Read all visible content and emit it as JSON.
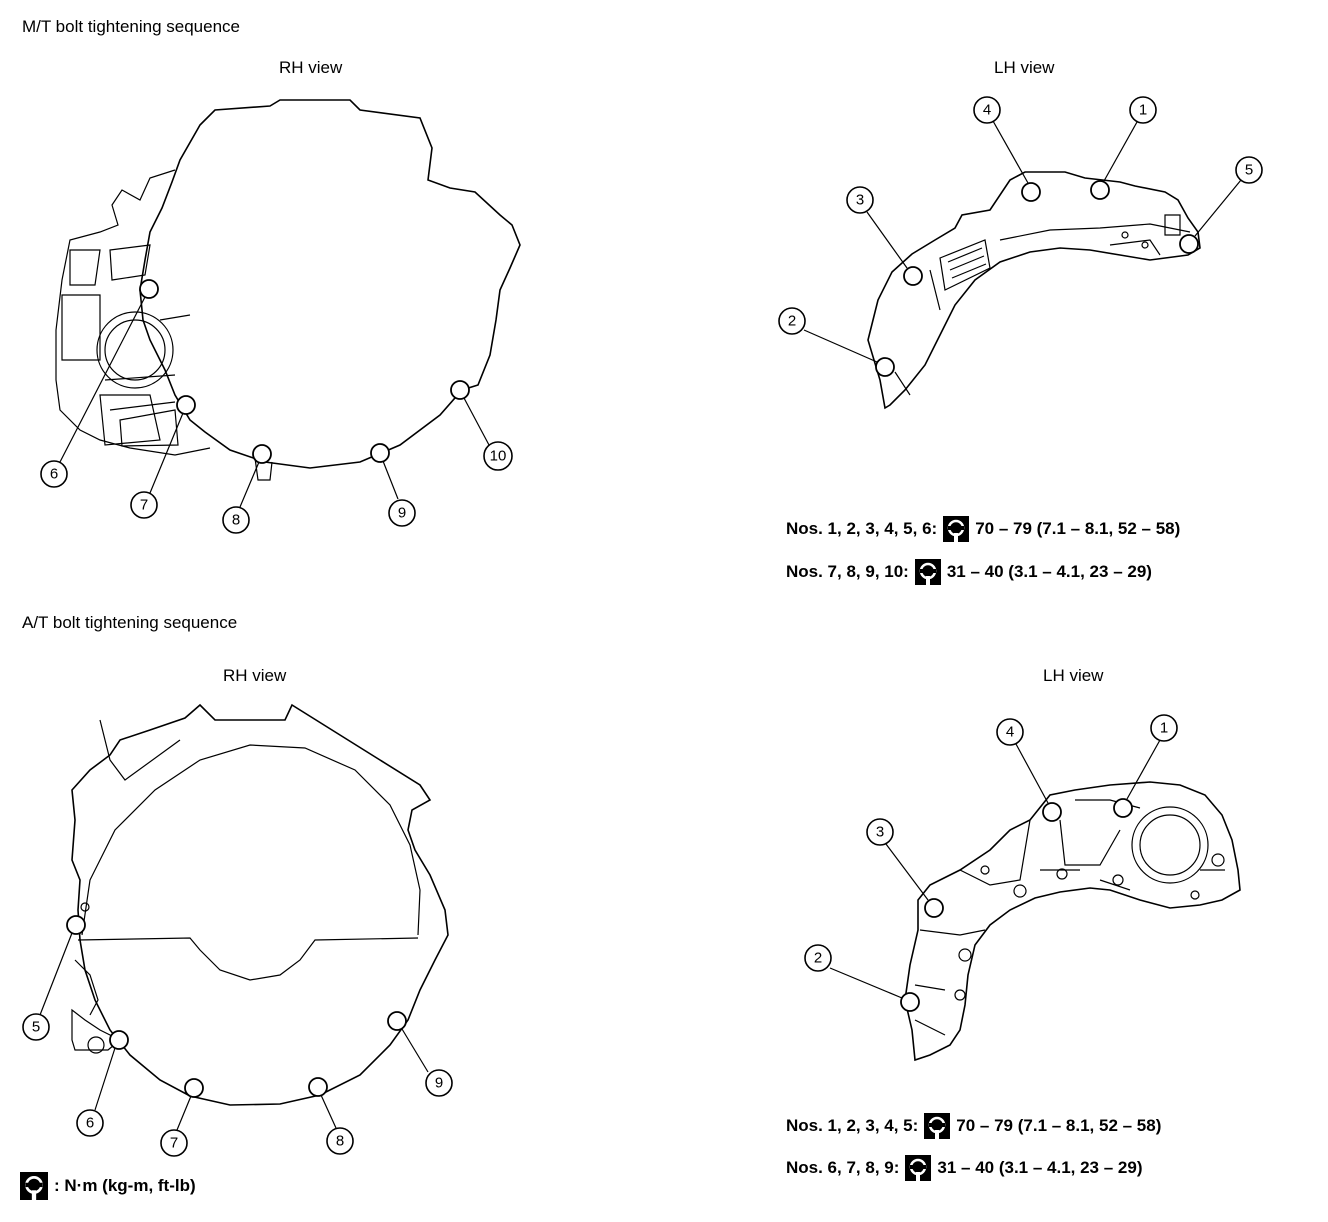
{
  "mt": {
    "title": "M/T bolt tightening sequence",
    "rh_label": "RH view",
    "lh_label": "LH view",
    "rh_callouts": [
      "6",
      "7",
      "8",
      "9",
      "10"
    ],
    "lh_callouts": [
      "1",
      "2",
      "3",
      "4",
      "5"
    ],
    "spec1": {
      "prefix": "Nos. 1, 2, 3, 4, 5, 6:",
      "value": "70 – 79 (7.1 – 8.1, 52 – 58)"
    },
    "spec2": {
      "prefix": "Nos. 7, 8, 9, 10:",
      "value": "31 – 40 (3.1 – 4.1, 23 – 29)"
    }
  },
  "at": {
    "title": "A/T bolt tightening sequence",
    "rh_label": "RH view",
    "lh_label": "LH view",
    "rh_callouts": [
      "5",
      "6",
      "7",
      "8",
      "9"
    ],
    "lh_callouts": [
      "1",
      "2",
      "3",
      "4"
    ],
    "spec1": {
      "prefix": "Nos. 1, 2, 3, 4, 5:",
      "value": "70 – 79 (7.1 – 8.1, 52 – 58)"
    },
    "spec2": {
      "prefix": "Nos. 6, 7, 8, 9:",
      "value": "31 – 40 (3.1 – 4.1, 23 – 29)"
    }
  },
  "legend": {
    "text": ": N·m (kg-m, ft-lb)"
  },
  "icons": {
    "torque": "torque-wrench-icon"
  }
}
